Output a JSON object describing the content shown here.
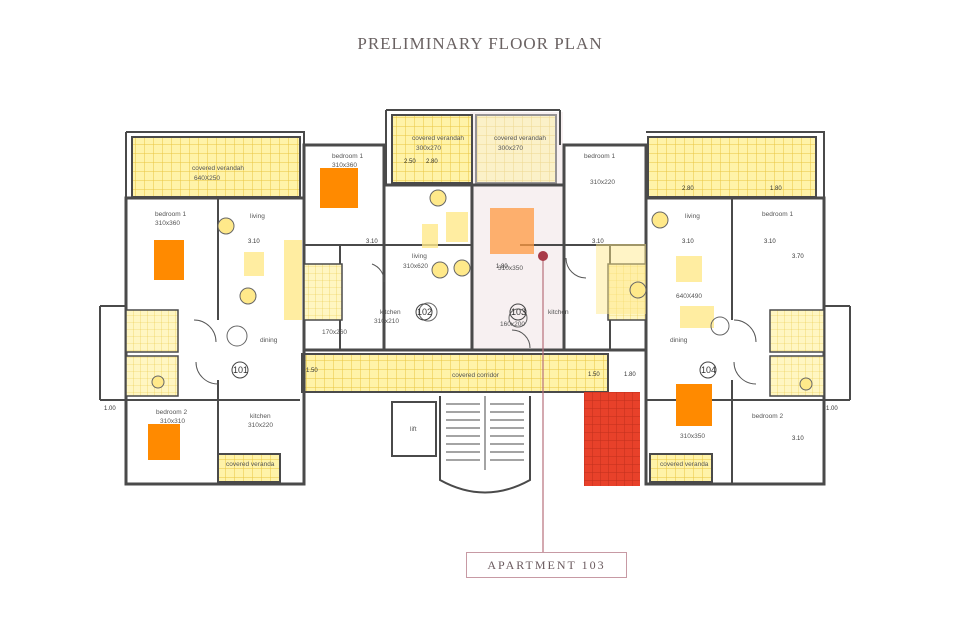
{
  "title": "PRELIMINARY FLOOR PLAN",
  "callout": "APARTMENT 103",
  "colors": {
    "wall": "#4a4a4a",
    "veranda_fill": "#fff3a8",
    "veranda_grid": "#e8c640",
    "highlight_orange": "#ff8a00",
    "stair_red": "#e8412a",
    "leader": "#b8707c",
    "apt103_shade": "#f2e6e8"
  },
  "labels": {
    "covered_veranda_left": "covered verandah",
    "covered_veranda_left_size": "640X250",
    "covered_veranda_top1": "covered verandah",
    "covered_veranda_top1_size": "300x270",
    "covered_veranda_top2": "covered verandah",
    "covered_veranda_top2_size": "300x270",
    "bedroom1_a": "bedroom 1",
    "bedroom1_a_size": "310x360",
    "bedroom1_b": "bedroom 1",
    "bedroom1_b_size": "310x360",
    "bedroom1_c": "bedroom 1",
    "bedroom1_c_size": "310x220",
    "bedroom1_d": "bedroom 1",
    "living_a": "living",
    "living_b": "living",
    "living_b_size": "310x620",
    "living_c": "living",
    "living_c_size": "640X490",
    "dining_a": "dining",
    "dining_c": "dining",
    "kitchen_a": "kitchen",
    "kitchen_a_size": "310x220",
    "kitchen_b": "kitchen",
    "kitchen_b_size": "310x210",
    "kitchen_103": "kitchen",
    "bedroom2_a": "bedroom 2",
    "bedroom2_a_size": "310x310",
    "bedroom2_d": "bedroom 2",
    "room_104_size": "310x350",
    "covered_corridor": "covered corridor",
    "lift": "lift",
    "small_size_1": "170x260",
    "small_size_2": "310x350",
    "small_size_3": "160x200",
    "covered_veranda_small_left": "covered veranda",
    "covered_veranda_small_right": "covered veranda",
    "dim_1": "3.10",
    "dim_2": "3.10",
    "dim_3": "3.10",
    "dim_4": "3.10",
    "dim_5": "3.10",
    "dim_6": "2.50",
    "dim_7": "2.80",
    "dim_8": "2.80",
    "dim_9": "1.80",
    "dim_10": "1.00",
    "dim_11": "1.00",
    "dim_12": "3.10",
    "dim_13": "3.70",
    "dim_14": "1.50",
    "dim_15": "1.80",
    "dim_16": "1.50",
    "dim_17": "1.80"
  },
  "units": {
    "u101": "101",
    "u102": "102",
    "u103": "103",
    "u104": "104"
  }
}
